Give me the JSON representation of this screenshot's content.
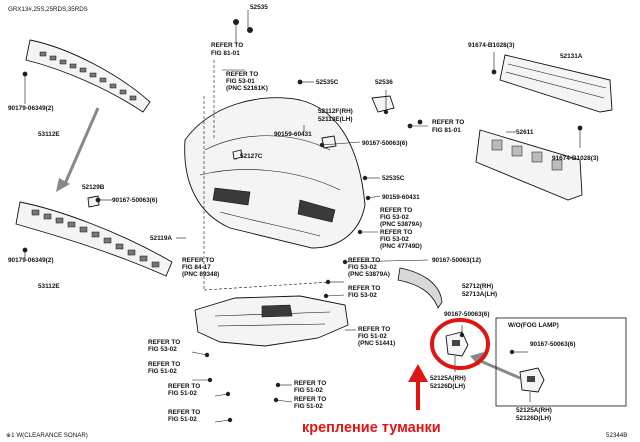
{
  "header": {
    "model_note": "GRX13#,25S,25RDS,35RDS"
  },
  "footer": {
    "note": "※1 W(CLEARANCE SONAR)",
    "diagram_id": "52344B"
  },
  "annotation": {
    "text": "крепление туманки",
    "color": "#e11414"
  },
  "box_label": "W/O(FOG LAMP)",
  "labels": {
    "p52535": "52535",
    "ref8101a1": "REFER TO",
    "ref8101a2": "FIG 81-01",
    "ref5301a1": "REFER TO",
    "ref5301a2": "FIG 53-01",
    "ref5301a3": "(PNC 52161K)",
    "p52535c_top": "52535C",
    "p52536": "52536",
    "p52112f": "52112F(RH)",
    "p52113e": "52113E(LH)",
    "ref8101b1": "REFER TO",
    "ref8101b2": "FIG 81-01",
    "p90159a": "90159-60431",
    "p90167a": "90167-50063(6)",
    "p52127c": "52127C",
    "p52535c_mid": "52535C",
    "p90159b": "90159-60431",
    "ref5302a1": "REFER TO",
    "ref5302a2": "FIG 53-02",
    "ref5302a3": "(PNC 53879A)",
    "ref5302b1": "REFER TO",
    "ref5302b2": "FIG 53-02",
    "ref5302b3": "(PNC 47749D)",
    "p91674a": "91674-B1028(3)",
    "p52131a": "52131A",
    "p52611": "52611",
    "p91674b": "91674-B1028(3)",
    "p90179a": "90179-06349(2)",
    "p53112e_top": "53112E",
    "p52129b": "52129B",
    "p90167b": "90167-50063(6)",
    "p52119a": "52119A",
    "ref8417_1": "REFER TO",
    "ref8417_2": "FIG 84-17",
    "ref8417_3": "(PNC 89348)",
    "ref5302c1": "REFER TO",
    "ref5302c2": "FIG 53-02",
    "ref5302c3": "(PNC 53879A)",
    "ref5302d1": "REFER TO",
    "ref5302d2": "FIG 53-02",
    "p90167c": "90167-50063(12)",
    "p90179b": "90179-06349(2)",
    "p53112e_bot": "53112E",
    "p52712": "52712(RH)",
    "p52713a": "52713A(LH)",
    "p90167d": "90167-50063(6)",
    "ref5102a1": "REFER TO",
    "ref5102a2": "FIG 51-02",
    "ref5102a3": "(PNC 51441)",
    "ref5302e1": "REFER TO",
    "ref5302e2": "FIG 53-02",
    "ref5102b1": "REFER TO",
    "ref5102b2": "FIG 51-02",
    "p90167e": "90167-50063(6)",
    "p52125a_a": "52125A(RH)",
    "p52126d_a": "52126D(LH)",
    "p52125a_b": "52125A(RH)",
    "p52126d_b": "52126D(LH)",
    "ref5102c1": "REFER TO",
    "ref5102c2": "FIG 51-02",
    "ref5102d1": "REFER TO",
    "ref5102d2": "FIG 51-02",
    "ref5102e1": "REFER TO",
    "ref5102e2": "FIG 51-02",
    "ref5102f1": "REFER TO",
    "ref5102f2": "FIG 51-02"
  }
}
